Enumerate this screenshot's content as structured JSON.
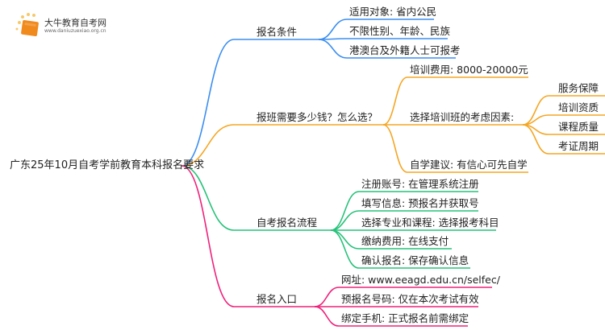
{
  "logo": {
    "title": "大牛教育自考网",
    "url": "www.daniuzuexiao.org.cn"
  },
  "root": "广东25年10月自考学前教育本科报名要求",
  "colors": {
    "blue": "#3b8ef0",
    "orange": "#f5a623",
    "green": "#27c27a",
    "pink": "#f0207a"
  },
  "branches": [
    {
      "label": "报名条件",
      "color": "blue",
      "children": [
        {
          "label": "适用对象: 省内公民"
        },
        {
          "label": "不限性别、年龄、民族"
        },
        {
          "label": "港澳台及外籍人士可报考"
        }
      ]
    },
    {
      "label": "报班需要多少钱？怎么选？",
      "color": "orange",
      "children": [
        {
          "label": "培训费用: 8000-20000元"
        },
        {
          "label": "选择培训班的考虑因素:",
          "children": [
            {
              "label": "服务保障"
            },
            {
              "label": "培训资质"
            },
            {
              "label": "课程质量"
            },
            {
              "label": "考证周期"
            }
          ]
        },
        {
          "label": "自学建议: 有信心可先自学"
        }
      ]
    },
    {
      "label": "自考报名流程",
      "color": "green",
      "children": [
        {
          "label": "注册账号: 在管理系统注册"
        },
        {
          "label": "填写信息: 预报名并获取号"
        },
        {
          "label": "选择专业和课程: 选择报考科目"
        },
        {
          "label": "缴纳费用: 在线支付"
        },
        {
          "label": "确认报名: 保存确认信息"
        }
      ]
    },
    {
      "label": "报名入口",
      "color": "pink",
      "children": [
        {
          "label": "网址: www.eeagd.edu.cn/selfec/"
        },
        {
          "label": "预报名号码: 仅在本次考试有效"
        },
        {
          "label": "绑定手机: 正式报名前需绑定"
        }
      ]
    }
  ]
}
